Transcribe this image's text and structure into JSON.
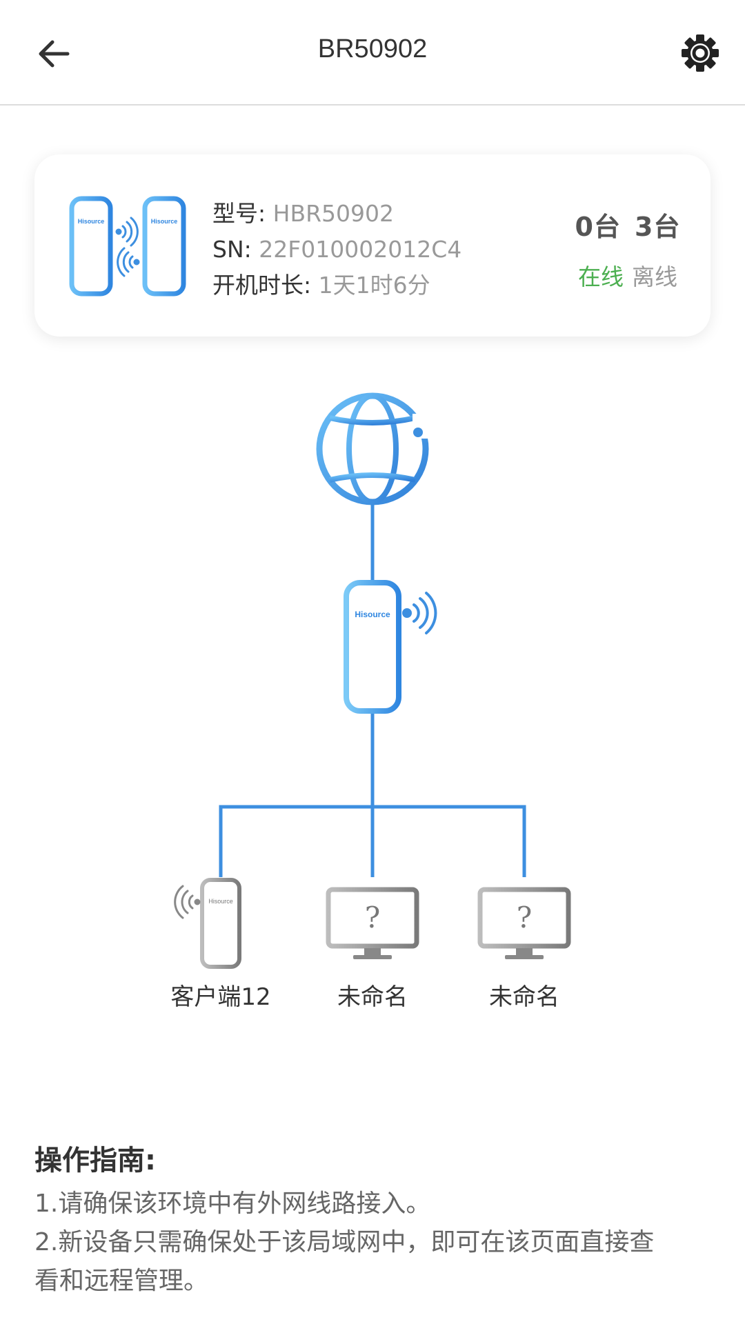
{
  "header": {
    "title": "BR50902"
  },
  "device_card": {
    "model_label": "型号:",
    "model_value": "HBR50902",
    "sn_label": "SN:",
    "sn_value": "22F010002012C4",
    "uptime_label": "开机时长:",
    "uptime_value": "1天1时6分",
    "online_count": "0台",
    "offline_count": "3台",
    "online_label": "在线",
    "offline_label": "离线",
    "brand": "Hisource"
  },
  "topology": {
    "main_device_brand": "Hisource",
    "clients": [
      {
        "label": "客户端12",
        "icon": "bridge-device-icon",
        "brand": "Hisource"
      },
      {
        "label": "未命名",
        "icon": "unknown-computer-icon",
        "glyph": "?"
      },
      {
        "label": "未命名",
        "icon": "unknown-computer-icon",
        "glyph": "?"
      }
    ]
  },
  "guide": {
    "title": "操作指南:",
    "lines": [
      "1.请确保该环境中有外网线路接入。",
      "2.新设备只需确保处于该局域网中，即可在该页面直接查",
      "看和远程管理。"
    ]
  },
  "colors": {
    "accent_blue": "#3d8fe0",
    "online_green": "#4caf50",
    "muted_gray": "#999999"
  }
}
